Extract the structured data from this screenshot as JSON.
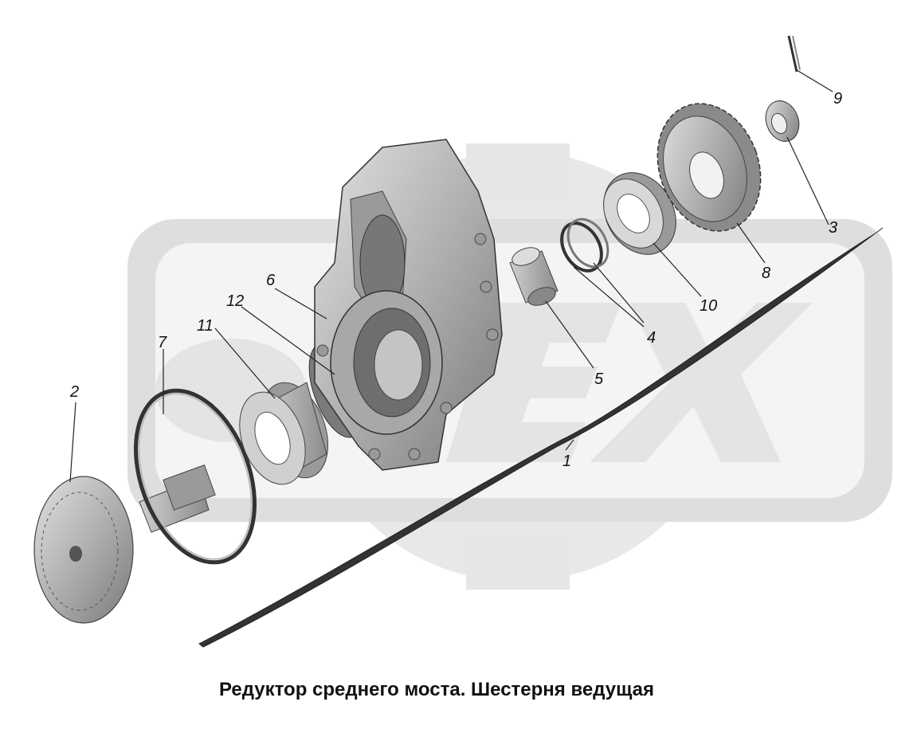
{
  "caption": "Редуктор среднего моста. Шестерня ведущая",
  "watermark": {
    "logo_text": "OEX",
    "color": "#e6e6e6"
  },
  "callouts": [
    {
      "id": "1",
      "text": "1"
    },
    {
      "id": "2",
      "text": "2"
    },
    {
      "id": "3",
      "text": "3"
    },
    {
      "id": "4",
      "text": "4"
    },
    {
      "id": "5",
      "text": "5"
    },
    {
      "id": "6",
      "text": "6"
    },
    {
      "id": "7",
      "text": "7"
    },
    {
      "id": "8",
      "text": "8"
    },
    {
      "id": "9",
      "text": "9"
    },
    {
      "id": "10",
      "text": "10"
    },
    {
      "id": "11",
      "text": "11"
    },
    {
      "id": "12",
      "text": "12"
    }
  ],
  "colors": {
    "part_fill": "#b8b8b8",
    "part_dark": "#6e6e6e",
    "part_light": "#dcdcdc",
    "line": "#222222"
  }
}
